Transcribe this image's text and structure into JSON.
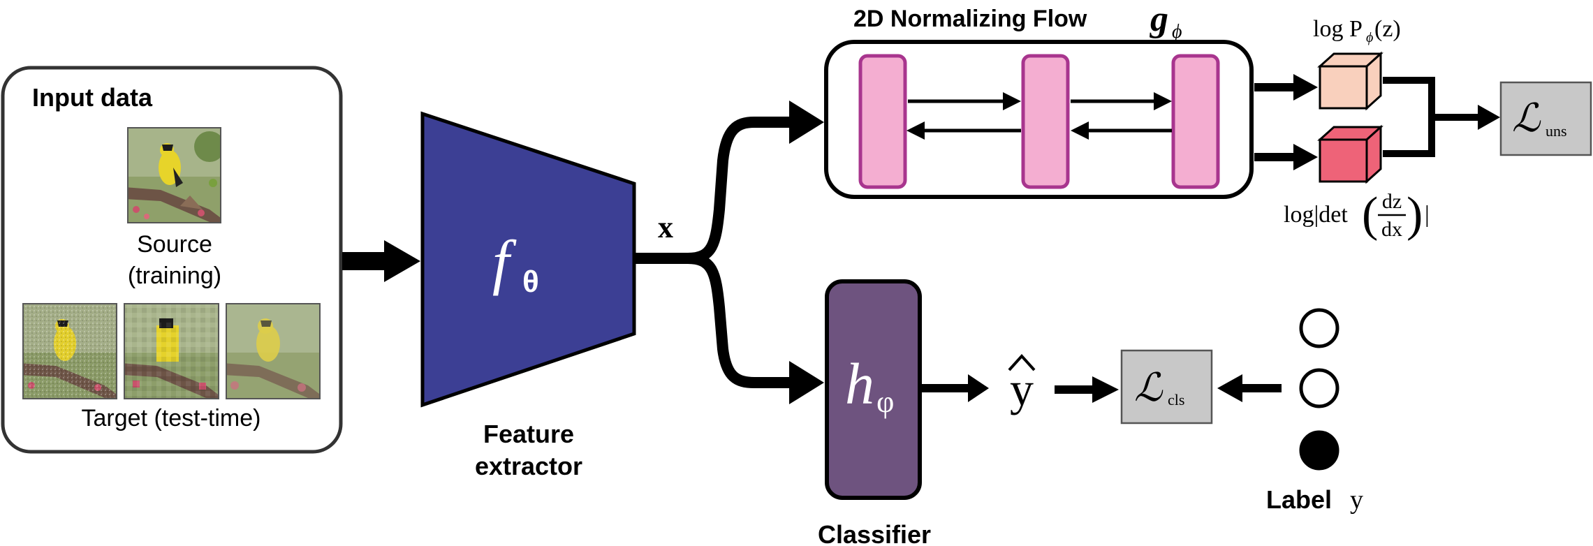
{
  "input_panel": {
    "title": "Input data",
    "source_label_line1": "Source",
    "source_label_line2": "(training)",
    "target_label": "Target (test-time)"
  },
  "feature_extractor": {
    "symbol": "f",
    "subscript": "θ",
    "label_line1": "Feature",
    "label_line2": "extractor"
  },
  "feature": {
    "symbol": "x"
  },
  "flow": {
    "title": "2D Normalizing Flow ",
    "symbol": "g",
    "subscript": "ϕ"
  },
  "outputs": {
    "log_p_prefix": "log P",
    "log_p_sub": "ϕ",
    "log_p_suffix": "(z)",
    "log_det_prefix": "log|det",
    "log_det_num": "dz",
    "log_det_den": "dx",
    "log_det_suffix": "|"
  },
  "losses": {
    "unsup_symbol": "ℒ",
    "unsup_sub": "uns",
    "cls_symbol": "ℒ",
    "cls_sub": "cls"
  },
  "classifier": {
    "symbol": "h",
    "subscript": "φ",
    "label": "Classifier"
  },
  "prediction": {
    "symbol": "y",
    "hat": "^"
  },
  "label": {
    "word": "Label",
    "symbol": "y"
  },
  "colors": {
    "extractor_fill": "#3c3f94",
    "classifier_fill": "#6e537f",
    "flow_layer_fill": "#f4aed1",
    "flow_layer_stroke": "#a8358e",
    "cube_light": "#f9d0bd",
    "cube_dark": "#ee6378",
    "loss_box": "#c8c8c8"
  }
}
